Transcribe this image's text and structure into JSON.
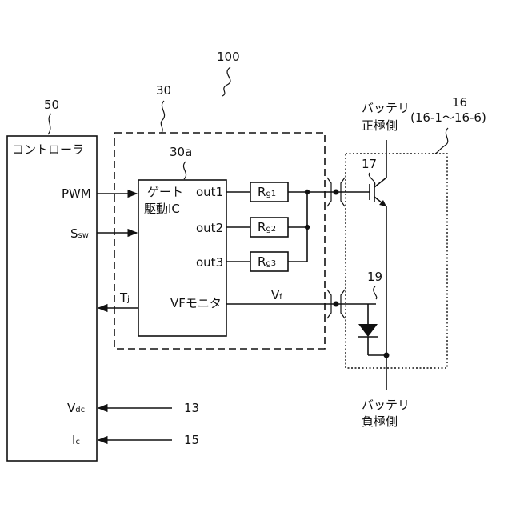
{
  "labels": {
    "ref_100": "100",
    "ref_30": "30",
    "ref_30a": "30a",
    "ref_50": "50",
    "ref_16": "16",
    "ref_16_range": "(16-1～16-6)",
    "ref_17": "17",
    "ref_19": "19",
    "ref_13": "13",
    "ref_15": "15",
    "controller": "コントローラ",
    "gate_ic_line1": "ゲート",
    "gate_ic_line2": "駆動IC",
    "out1": "out1",
    "out2": "out2",
    "out3": "out3",
    "vf_monitor": "VFモニタ",
    "pwm": "PWM",
    "ssw_main": "S",
    "ssw_sub": "sw",
    "tj_main": "T",
    "tj_sub": "j",
    "vf_main": "V",
    "vf_sub": "f",
    "vdc_main": "V",
    "vdc_sub": "dc",
    "ic_main": "I",
    "ic_sub": "c",
    "rg1_main": "R",
    "rg1_sub": "g1",
    "rg2_main": "R",
    "rg2_sub": "g2",
    "rg3_main": "R",
    "rg3_sub": "g3",
    "batt_pos_line1": "バッテリ",
    "batt_pos_line2": "正極側",
    "batt_neg_line1": "バッテリ",
    "batt_neg_line2": "負極側"
  }
}
